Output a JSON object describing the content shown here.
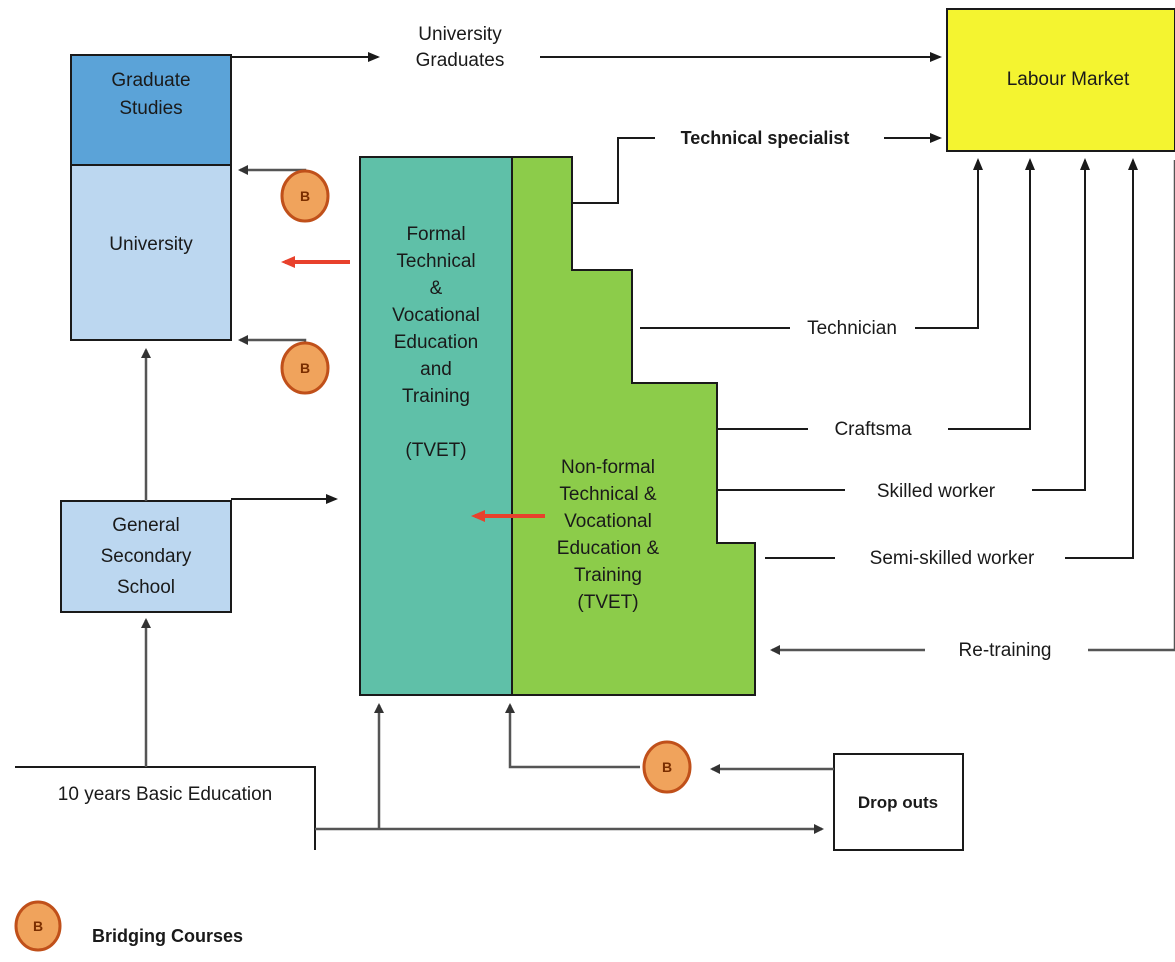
{
  "colors": {
    "graduate_fill": "#5ba3d8",
    "university_fill": "#bcd7f0",
    "secondary_fill": "#bcd7f0",
    "formal_fill": "#5fc0a8",
    "nonformal_fill": "#8ccc4a",
    "labour_fill": "#f4f430",
    "badge_fill": "#f0a35c",
    "badge_stroke": "#c0501a",
    "red_arrow": "#e8412c"
  },
  "boxes": {
    "graduate_studies": [
      "Graduate",
      "Studies"
    ],
    "university": "University",
    "general_secondary": [
      "General",
      "Secondary",
      "School"
    ],
    "formal_tvet": [
      "Formal",
      "Technical",
      "&",
      "Vocational",
      "Education",
      "and",
      "Training"
    ],
    "formal_tvet_abbr": "(TVET)",
    "nonformal_tvet": [
      "Non-formal",
      "Technical &",
      "Vocational",
      "Education &",
      "Training",
      "(TVET)"
    ],
    "labour_market": "Labour Market",
    "basic_education": "10 years Basic Education",
    "drop_outs": "Drop outs"
  },
  "flows": {
    "university_graduates": [
      "University",
      "Graduates"
    ],
    "technical_specialist": "Technical specialist",
    "technician": "Technician",
    "craftsman": "Craftsma",
    "skilled_worker": "Skilled worker",
    "semi_skilled_worker": "Semi-skilled worker",
    "re_training": "Re-training"
  },
  "legend": {
    "badge_letter": "B",
    "bridging_courses": "Bridging Courses"
  }
}
